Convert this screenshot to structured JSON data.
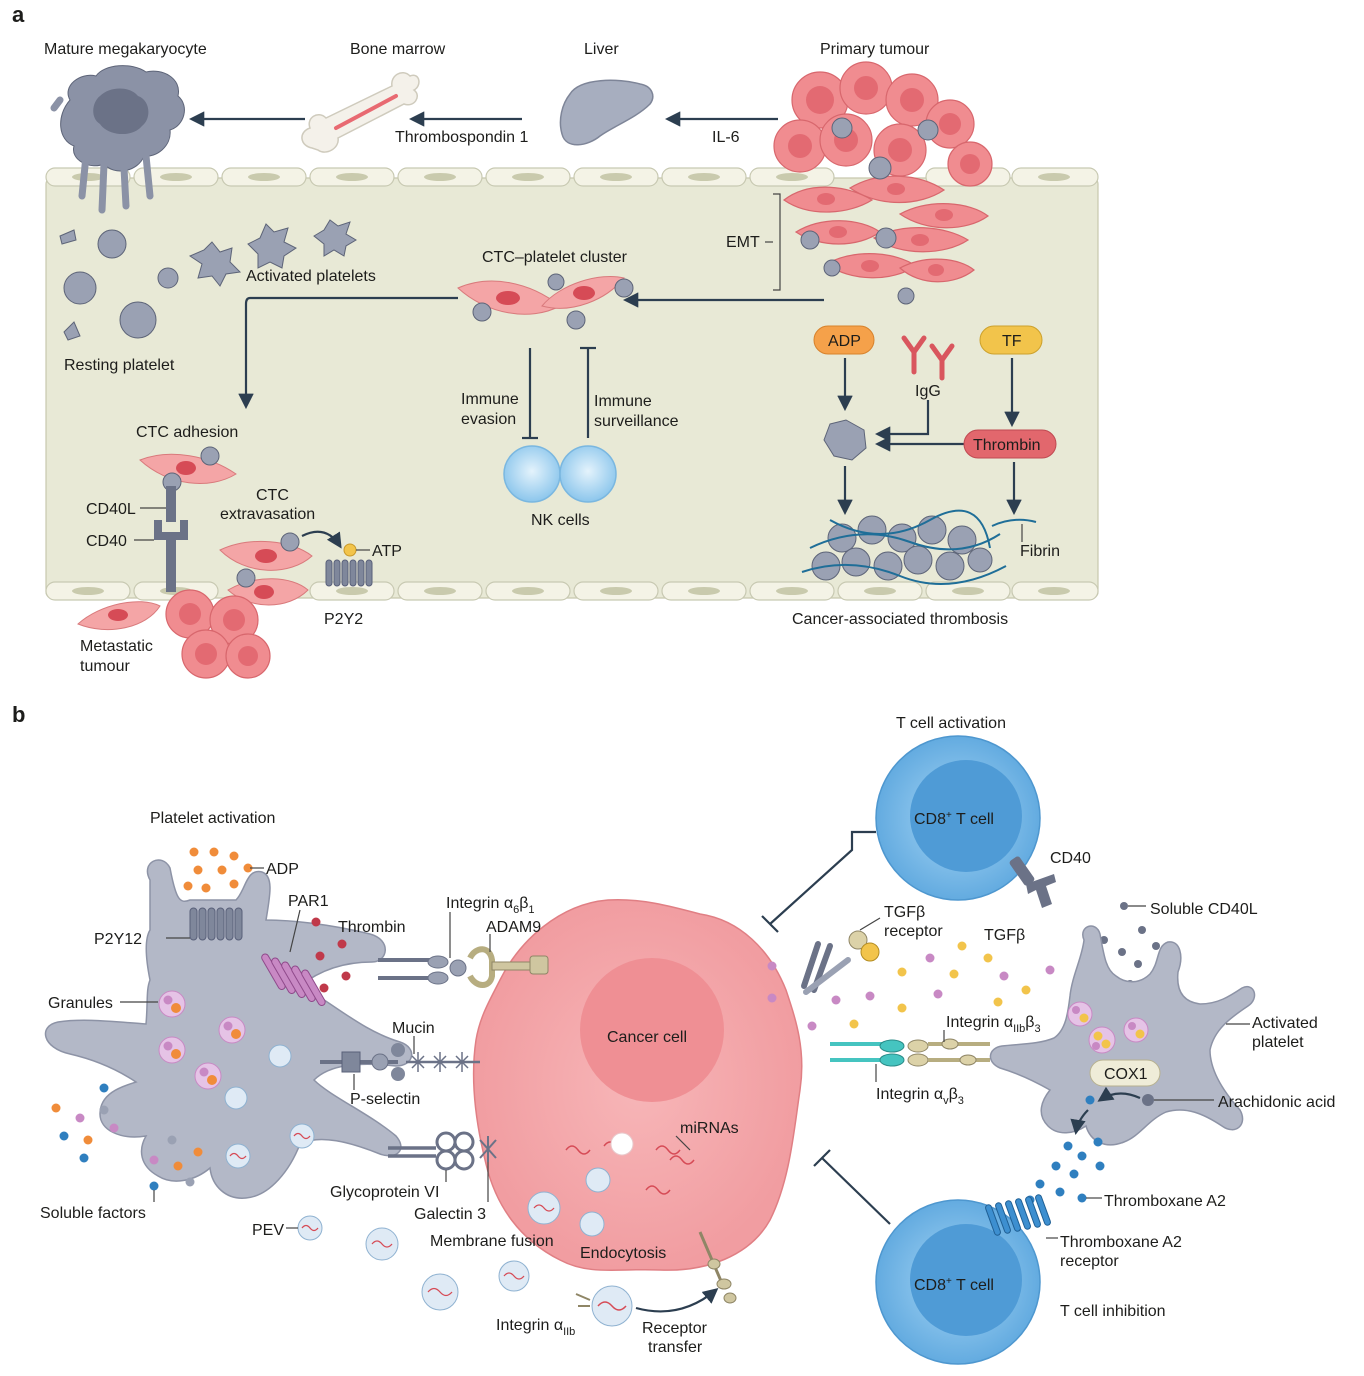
{
  "panel_a": {
    "panel_label": "a",
    "mature_megakaryocyte": "Mature megakaryocyte",
    "bone_marrow": "Bone marrow",
    "liver": "Liver",
    "primary_tumour": "Primary tumour",
    "thrombospondin": "Thrombospondin 1",
    "il6": "IL-6",
    "emt": "EMT",
    "activated_platelets": "Activated platelets",
    "resting_platelet": "Resting platelet",
    "ctc_platelet_cluster": "CTC–platelet cluster",
    "immune_evasion_1": "Immune",
    "immune_evasion_2": "evasion",
    "immune_surveillance_1": "Immune",
    "immune_surveillance_2": "surveillance",
    "nk_cells": "NK cells",
    "ctc_adhesion": "CTC adhesion",
    "cd40l": "CD40L",
    "cd40": "CD40",
    "ctc_extravasation_1": "CTC",
    "ctc_extravasation_2": "extravasation",
    "atp": "ATP",
    "p2y2": "P2Y2",
    "metastatic_tumour_1": "Metastatic",
    "metastatic_tumour_2": "tumour",
    "adp": "ADP",
    "igg": "IgG",
    "tf": "TF",
    "thrombin": "Thrombin",
    "fibrin": "Fibrin",
    "cancer_associated_thrombosis": "Cancer-associated thrombosis"
  },
  "panel_b": {
    "panel_label": "b",
    "t_cell_activation": "T cell activation",
    "cd8_t_cell": "CD8",
    "cd8_sup": "+",
    "t_cell_word": " T cell",
    "cd40": "CD40",
    "soluble_cd40l": "Soluble CD40L",
    "tgfb_receptor_1": "TGFβ",
    "tgfb_receptor_2": "receptor",
    "tgfb": "TGFβ",
    "platelet_activation": "Platelet activation",
    "adp": "ADP",
    "par1": "PAR1",
    "thrombin": "Thrombin",
    "p2y12": "P2Y12",
    "granules": "Granules",
    "integrin_a6b1_main": "Integrin α",
    "integrin_a6b1_sub1": "6",
    "integrin_a6b1_mid": "β",
    "integrin_a6b1_sub2": "1",
    "adam9": "ADAM9",
    "mucin": "Mucin",
    "p_selectin": "P-selectin",
    "cancer_cell": "Cancer cell",
    "integrin_aiib_b3_main": "Integrin α",
    "integrin_aiib_b3_sub1": "IIb",
    "integrin_aiib_b3_mid": "β",
    "integrin_aiib_b3_sub2": "3",
    "integrin_avb3_main": "Integrin α",
    "integrin_avb3_sub1": "v",
    "integrin_avb3_mid": "β",
    "integrin_avb3_sub2": "3",
    "activated_platelet_1": "Activated",
    "activated_platelet_2": "platelet",
    "cox1": "COX1",
    "arachidonic_acid": "Arachidonic acid",
    "thromboxane_a2": "Thromboxane A2",
    "thromboxane_a2_receptor_1": "Thromboxane A2",
    "thromboxane_a2_receptor_2": "receptor",
    "t_cell_inhibition": "T cell inhibition",
    "mirnas": "miRNAs",
    "glycoprotein_vi": "Glycoprotein VI",
    "galectin3": "Galectin 3",
    "soluble_factors": "Soluble factors",
    "pev": "PEV",
    "membrane_fusion": "Membrane fusion",
    "endocytosis": "Endocytosis",
    "integrin_aiib_main": "Integrin α",
    "integrin_aiib_sub": "IIb",
    "receptor_transfer_1": "Receptor",
    "receptor_transfer_2": "transfer"
  },
  "colors": {
    "vessel_fill": "#e8e9d6",
    "platelet": "#9aa1b3",
    "ctc": "#f4a5a6",
    "nucleus": "#d64b56",
    "tumour": "#f08c90",
    "nk_cell": "#a9d6f2",
    "t_cell": "#6fb3e3",
    "adp_badge": "#f5a14a",
    "tf_badge": "#f2c44b",
    "thrombin_badge": "#e2676d",
    "fibrin": "#1f6e98",
    "arrow": "#2c3e50"
  }
}
